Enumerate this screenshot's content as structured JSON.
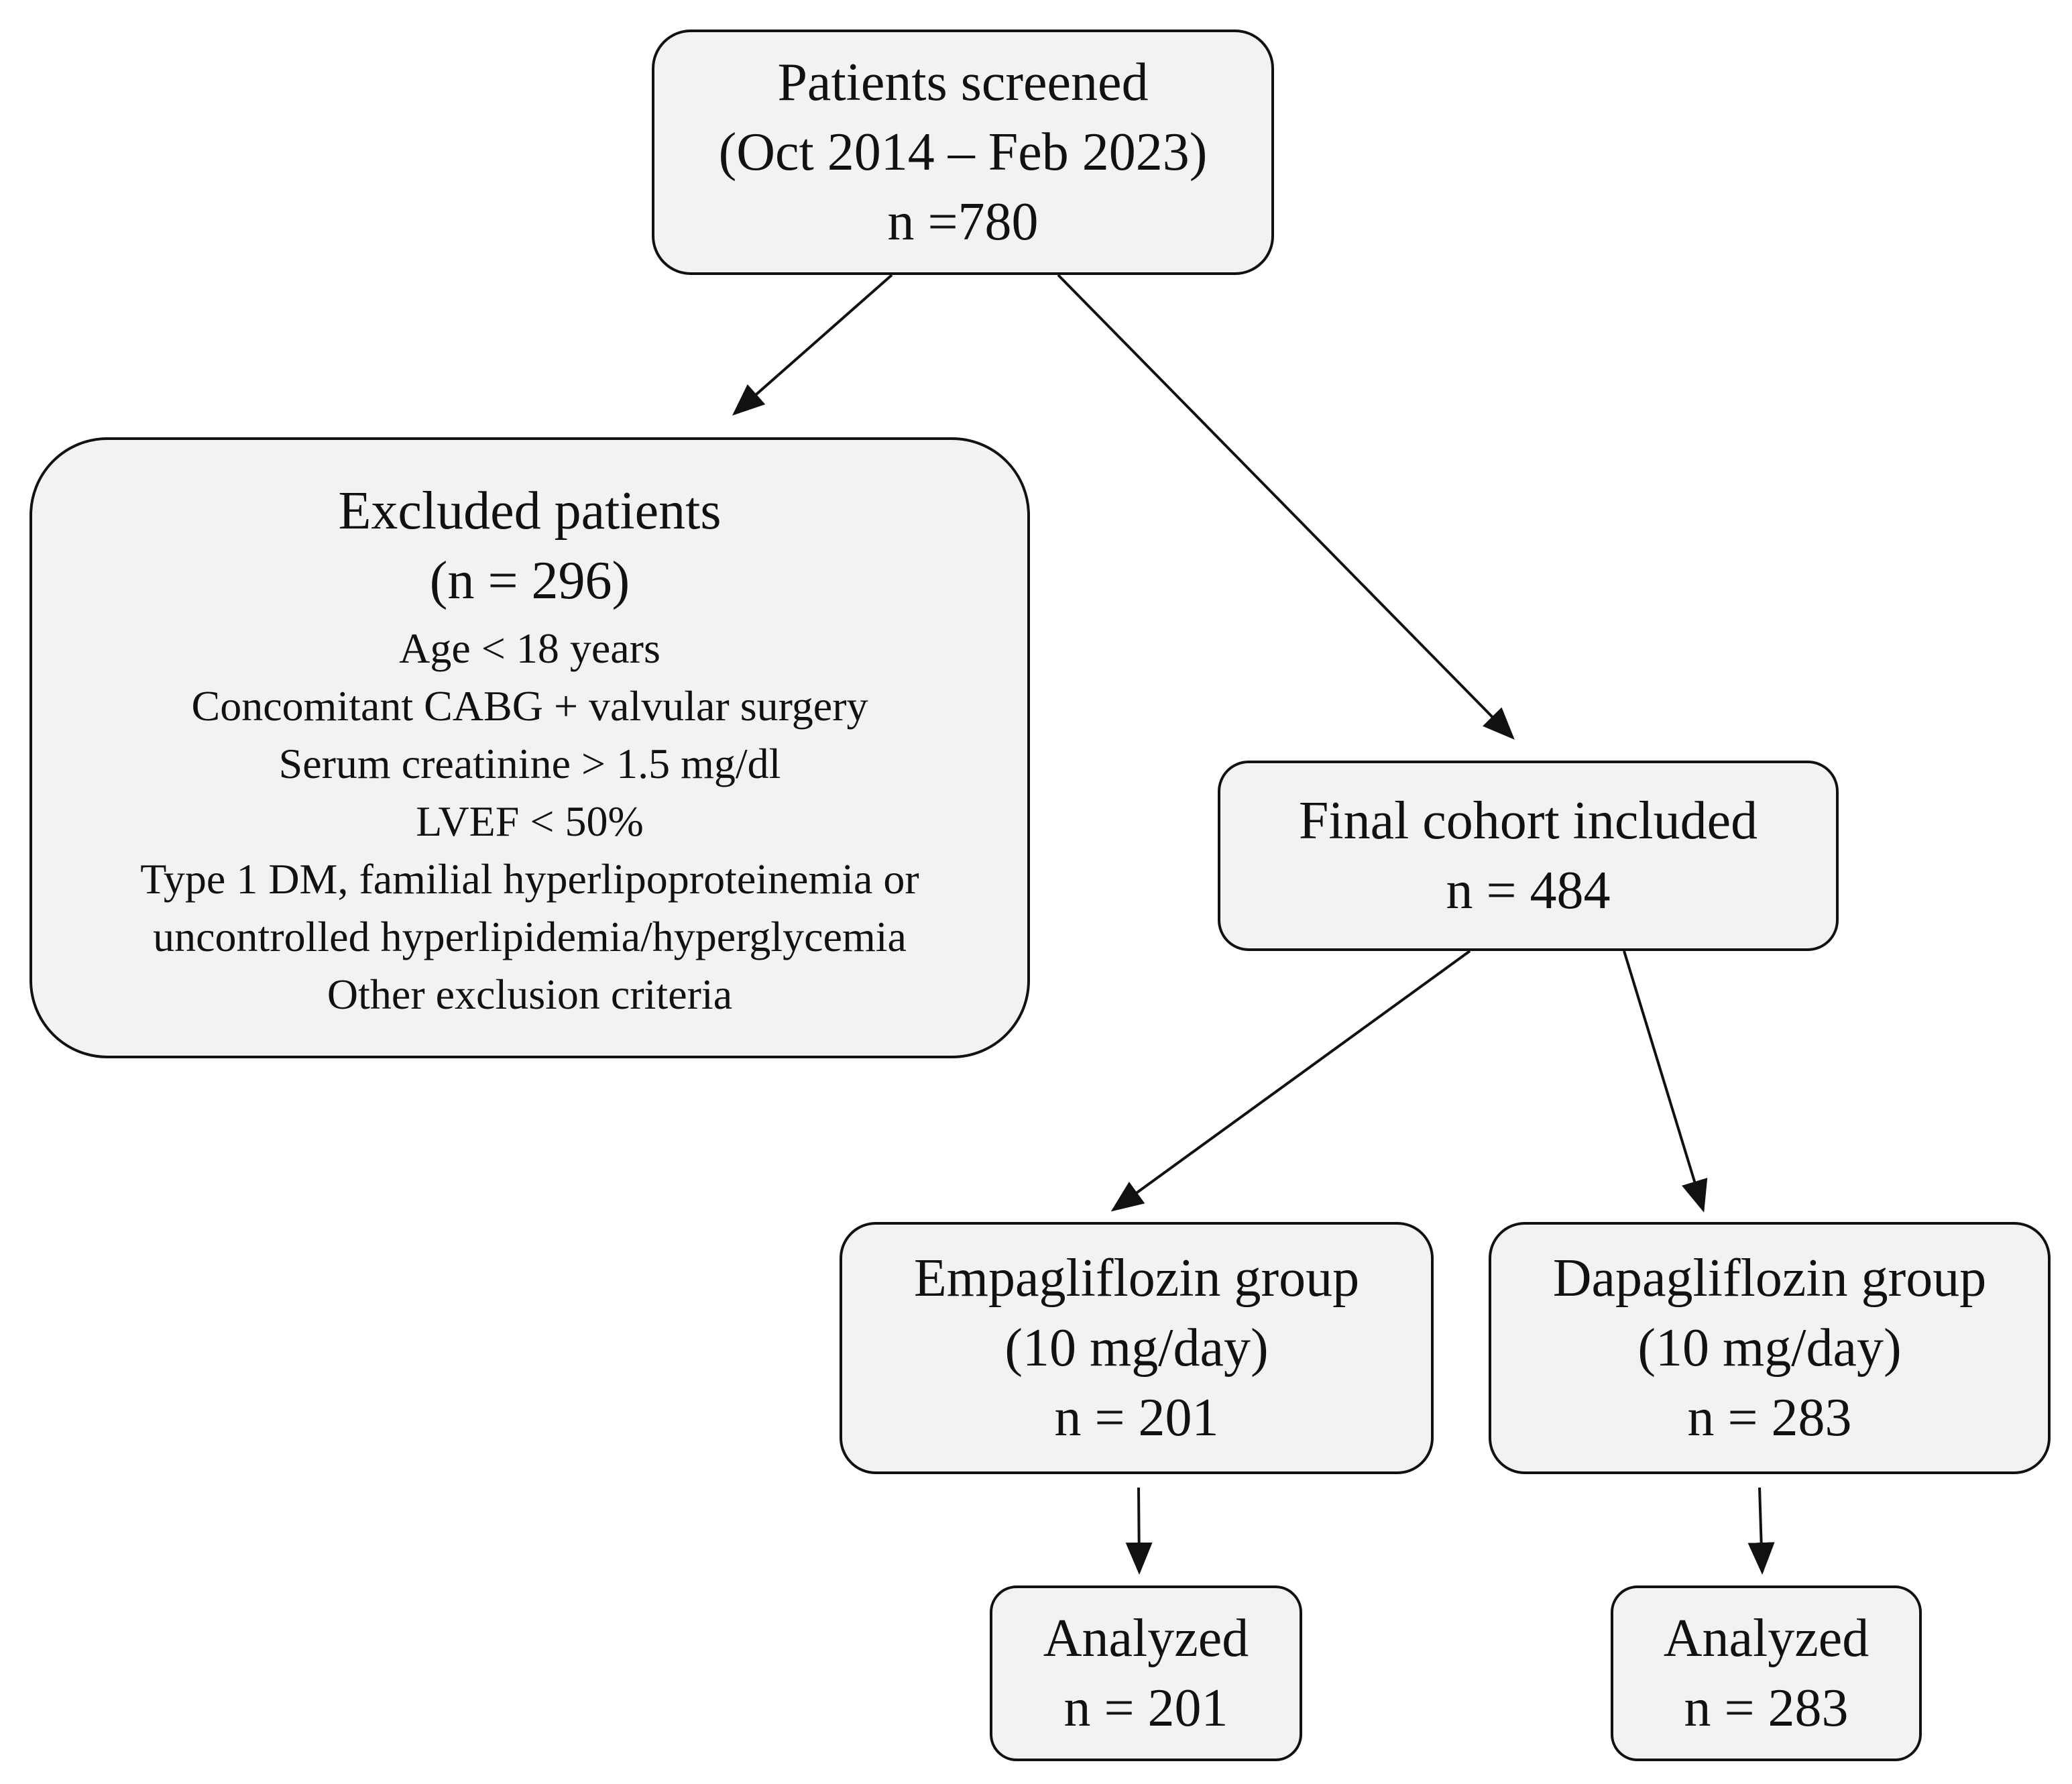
{
  "flowchart": {
    "screened": {
      "title": "Patients screened",
      "period": "(Oct 2014 – Feb 2023)",
      "count": "n =780"
    },
    "excluded": {
      "title": "Excluded patients",
      "count": "(n = 296)",
      "criteria": [
        "Age < 18 years",
        "Concomitant CABG + valvular surgery",
        "Serum creatinine > 1.5 mg/dl",
        "LVEF < 50%",
        "Type 1 DM, familial hyperlipoproteinemia or",
        "uncontrolled hyperlipidemia/hyperglycemia",
        "Other exclusion criteria"
      ]
    },
    "cohort": {
      "title": "Final cohort included",
      "count": "n = 484"
    },
    "empagliflozin": {
      "title": "Empagliflozin group",
      "dose": "(10 mg/day)",
      "count": "n = 201"
    },
    "dapagliflozin": {
      "title": "Dapagliflozin group",
      "dose": "(10 mg/day)",
      "count": "n = 283"
    },
    "analyzed_empagliflozin": {
      "title": "Analyzed",
      "count": "n = 201"
    },
    "analyzed_dapagliflozin": {
      "title": "Analyzed",
      "count": "n = 283"
    }
  },
  "colors": {
    "box_fill": "#f2f2f2",
    "stroke": "#111111",
    "background": "#ffffff"
  }
}
